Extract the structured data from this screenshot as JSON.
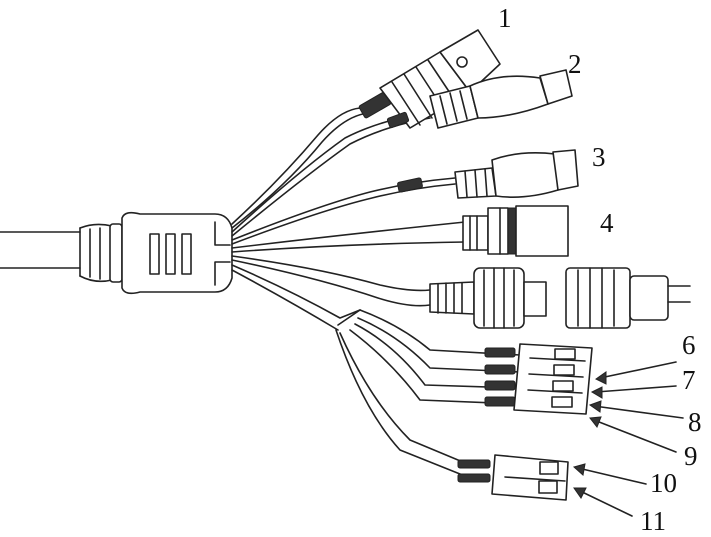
{
  "callouts": [
    "1",
    "2",
    "3",
    "4",
    "6",
    "7",
    "8",
    "9",
    "10",
    "11"
  ],
  "sleeve_labels": {
    "bnc": "",
    "power": "",
    "audio_in": "",
    "audio_out": ""
  },
  "colors": {
    "stroke": "#222222",
    "fill": "#ffffff",
    "background": "#ffffff"
  }
}
